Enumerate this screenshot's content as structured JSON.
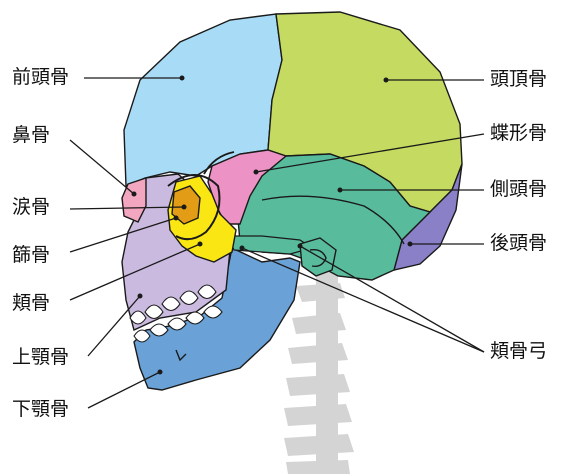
{
  "labels": {
    "frontal": "前頭骨",
    "nasal": "鼻骨",
    "lacrimal": "涙骨",
    "ethmoid": "篩骨",
    "zygomatic": "頬骨",
    "maxilla": "上顎骨",
    "mandible": "下顎骨",
    "parietal": "頭頂骨",
    "sphenoid": "蝶形骨",
    "temporal": "側頭骨",
    "occipital": "後頭骨",
    "zygomatic_arch": "頬骨弓"
  },
  "colors": {
    "frontal": "#a8dcf6",
    "parietal": "#c5da60",
    "sphenoid": "#ec92c4",
    "temporal": "#58bc9c",
    "occipital": "#8a80c8",
    "maxilla": "#cbbae0",
    "mandible": "#6aa2d8",
    "ethmoid": "#f9e612",
    "lacrimal": "#e29c16",
    "nasal": "#f2a6c0",
    "spine": "#d4d4d4",
    "outline": "#1a1a1a"
  }
}
